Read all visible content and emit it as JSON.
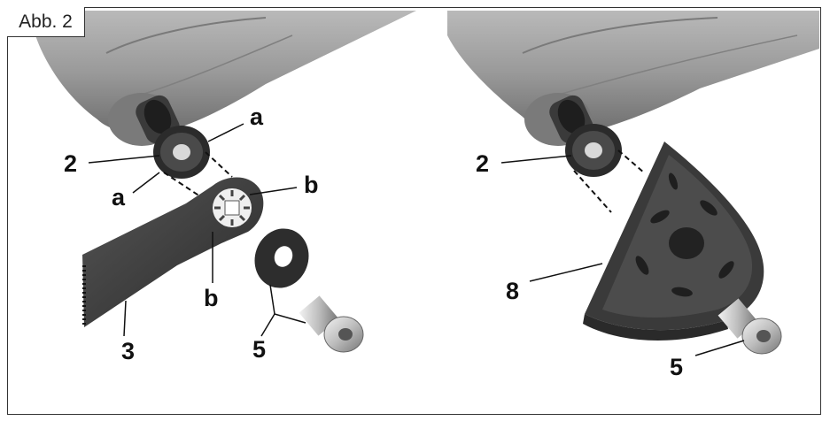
{
  "figure": {
    "tag": "Abb. 2"
  },
  "left_panel": {
    "labels": {
      "flange": "2",
      "pin_top": "a",
      "pin_left": "a",
      "slot_right": "b",
      "slot_bottom": "b",
      "blade": "3",
      "screw": "5"
    }
  },
  "right_panel": {
    "labels": {
      "flange": "2",
      "sanding_plate": "8",
      "screw": "5"
    }
  },
  "colors": {
    "tool_body": "#9a9a9a",
    "tool_dark": "#2f2f2f",
    "line": "#111111"
  }
}
